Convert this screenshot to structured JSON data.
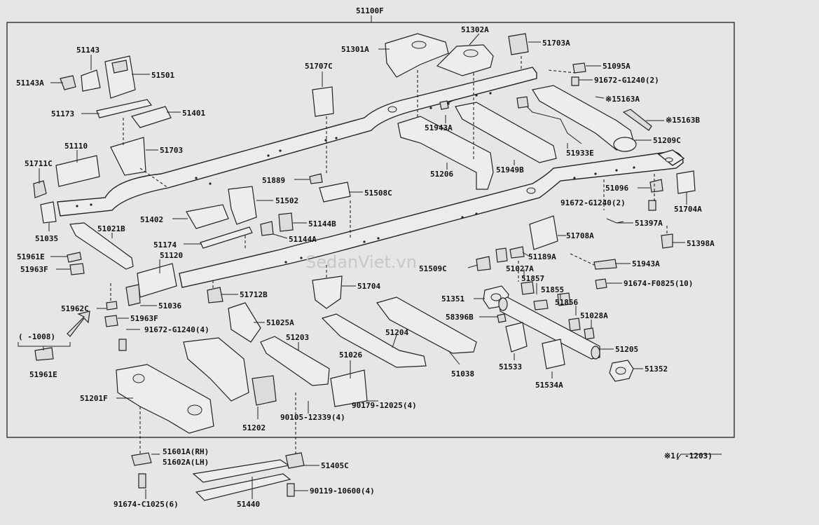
{
  "diagram": {
    "title": "51100F",
    "labels": {
      "l51143": "51143",
      "l51143A": "51143A",
      "l51501": "51501",
      "l51173": "51173",
      "l51401": "51401",
      "l51110": "51110",
      "l51703": "51703",
      "l51711C": "51711C",
      "l51035": "51035",
      "l51021B": "51021B",
      "l51961E1": "51961E",
      "l51963F1": "51963F",
      "l51120": "51120",
      "l51036": "51036",
      "l51962C": "51962C",
      "l51963F2": "51963F",
      "l91672a": "91672-G1240(4)",
      "l1008": "(    -1008)",
      "l51961E2": "51961E",
      "l51201F": "51201F",
      "l51601A": "51601A(RH)",
      "l51602A": "51602A(LH)",
      "l91674C": "91674-C1025(6)",
      "l51440": "51440",
      "l51405C": "51405C",
      "l90119": "90119-10600(4)",
      "l51202": "51202",
      "l90105": "90105-12339(4)",
      "l51203": "51203",
      "l51025A": "51025A",
      "l51712B": "51712B",
      "l51174": "51174",
      "l51402": "51402",
      "l51502": "51502",
      "l51144B": "51144B",
      "l51144A": "51144A",
      "l51889": "51889",
      "l51508C": "51508C",
      "l51707C": "51707C",
      "l51301A": "51301A",
      "l51302A": "51302A",
      "l51703A": "51703A",
      "l51095A": "51095A",
      "l91672b": "91672-G1240(2)",
      "l15163A": "※15163A",
      "l15163B": "※15163B",
      "l51209C": "51209C",
      "l51933E": "51933E",
      "l51943A1": "51943A",
      "l51206": "51206",
      "l51949B": "51949B",
      "l51096": "51096",
      "l91672c": "91672-G1240(2)",
      "l51704A": "51704A",
      "l51397A": "51397A",
      "l51708A": "51708A",
      "l51398A": "51398A",
      "l51189A": "51189A",
      "l51943A2": "51943A",
      "l51509C": "51509C",
      "l51027A": "51027A",
      "l91674F": "91674-F0825(10)",
      "l51857": "51857",
      "l51855": "51855",
      "l51704": "51704",
      "l51351": "51351",
      "l51856": "51856",
      "l51028A": "51028A",
      "l58396B": "58396B",
      "l51204": "51204",
      "l51038": "51038",
      "l51026": "51026",
      "l90179": "90179-12025(4)",
      "l51205": "51205",
      "l51533": "51533",
      "l51534A": "51534A",
      "l51352": "51352",
      "footnote": "※1(    -1203)",
      "watermark": "SedanViet.vn"
    }
  }
}
